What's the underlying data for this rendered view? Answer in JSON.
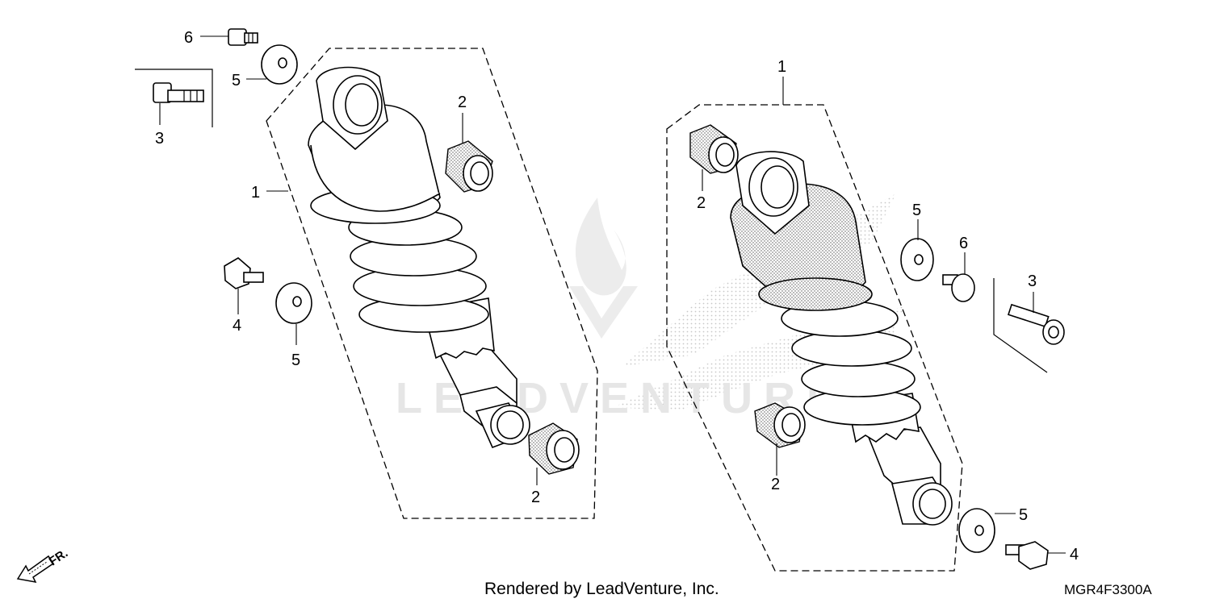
{
  "callouts": {
    "left_shock": "1",
    "left_bushing_top": "2",
    "left_bushing_bottom": "2",
    "left_bolt_top": "3",
    "left_bolt_bottom": "4",
    "left_washer_top": "5",
    "left_washer_bottom": "5",
    "left_nut_top": "6",
    "right_shock": "1",
    "right_bushing_top": "2",
    "right_bushing_bottom": "2",
    "right_bolt_top": "3",
    "right_bolt_bottom": "4",
    "right_washer_top": "5",
    "right_washer_bottom": "5",
    "right_nut_top": "6"
  },
  "direction_indicator": "FR.",
  "watermark": "LEADVENTURE",
  "footer": {
    "rendered_by": "Rendered by LeadVenture, Inc.",
    "diagram_code": "MGR4F3300A"
  },
  "icons": [
    "shock-absorber",
    "bushing",
    "flange-bolt",
    "washer",
    "arrow-icon"
  ]
}
